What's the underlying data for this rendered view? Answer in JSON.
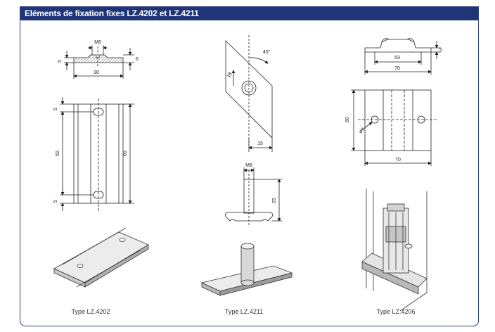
{
  "title": "Eléments de fixation fixes LZ.4202 et LZ.4211",
  "products": [
    {
      "caption": "Type LZ.4202",
      "dims": {
        "thread": "M6",
        "height_left": "5",
        "height_right": "6",
        "width": "30",
        "edge_top": "5",
        "spacing": "50",
        "length": "60",
        "edge_bottom": "5"
      }
    },
    {
      "caption": "Type LZ.4211",
      "dims": {
        "angle": "45°",
        "slot": "18",
        "base": "15",
        "thread": "M8",
        "height": "25"
      }
    },
    {
      "caption": "Type LZ.4206",
      "dims": {
        "inner": "53",
        "outer": "70",
        "thickness": "5",
        "height": "60",
        "hole": "ø7",
        "width": "70"
      }
    }
  ]
}
